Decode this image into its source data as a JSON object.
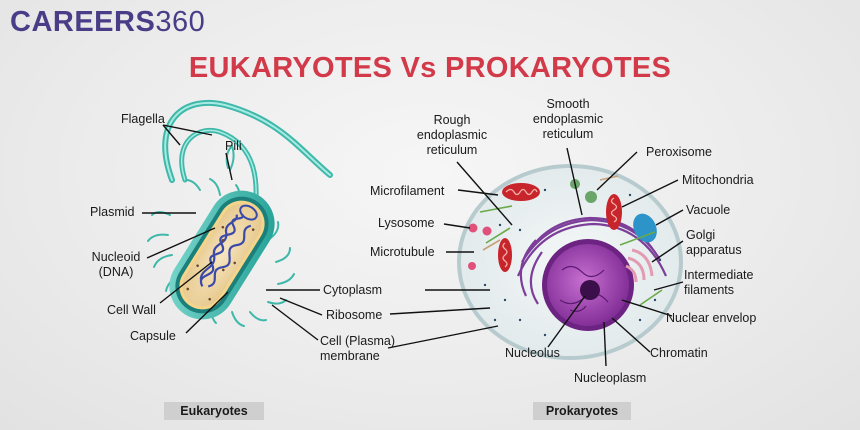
{
  "logo": {
    "part1": "CAREERS",
    "part2": "360"
  },
  "title": "EUKARYOTES Vs PROKARYOTES",
  "left_labels": {
    "flagella": "Flagella",
    "pili": "Pili",
    "plasmid": "Plasmid",
    "nucleoid_1": "Nucleoid",
    "nucleoid_2": "(DNA)",
    "cell_wall": "Cell Wall",
    "capsule": "Capsule",
    "cytoplasm": "Cytoplasm",
    "ribosome": "Ribosome",
    "membrane_1": "Cell (Plasma)",
    "membrane_2": "membrane"
  },
  "right_labels": {
    "rough_er_1": "Rough",
    "rough_er_2": "endoplasmic",
    "rough_er_3": "reticulum",
    "smooth_er_1": "Smooth",
    "smooth_er_2": "endoplasmic",
    "smooth_er_3": "reticulum",
    "peroxisome": "Peroxisome",
    "mitochondria": "Mitochondria",
    "vacuole": "Vacuole",
    "golgi_1": "Golgi",
    "golgi_2": "apparatus",
    "intermediate_1": "Intermediate",
    "intermediate_2": "filaments",
    "nuclear_envelop": "Nuclear envelop",
    "chromatin": "Chromatin",
    "nucleoplasm": "Nucleoplasm",
    "nucleolus": "Nucleolus",
    "microfilament": "Microfilament",
    "lysosome": "Lysosome",
    "microtubule": "Microtubule"
  },
  "captions": {
    "left": "Eukaryotes",
    "right": "Prokaryotes"
  },
  "colors": {
    "title": "#d23a4a",
    "logo": "#4a3d87",
    "capsule": "#3fb8aa",
    "nucleus": "#8a3aa0",
    "mitochondria": "#c8242c"
  }
}
